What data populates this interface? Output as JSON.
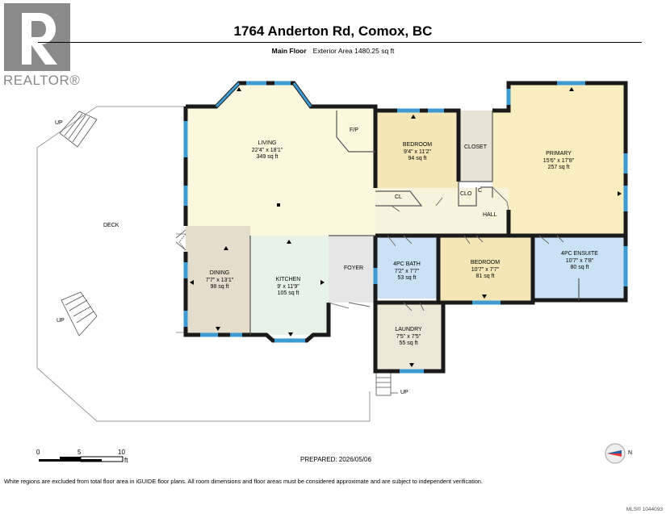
{
  "header": {
    "address": "1764 Anderton Rd, Comox, BC",
    "floor_name": "Main Floor",
    "exterior_area": "Exterior Area 1480.25 sq ft"
  },
  "logo": {
    "brand": "REALTOR®"
  },
  "rooms": {
    "living": {
      "name": "LIVING",
      "dims": "22'4\" x 18'1\"",
      "area": "349 sq ft"
    },
    "bedroom1": {
      "name": "BEDROOM",
      "dims": "9'4\" x 11'2\"",
      "area": "94 sq ft"
    },
    "primary": {
      "name": "PRIMARY",
      "dims": "15'6\" x 17'8\"",
      "area": "257 sq ft"
    },
    "dining": {
      "name": "DINING",
      "dims": "7'7\" x 13'1\"",
      "area": "98 sq ft"
    },
    "kitchen": {
      "name": "KITCHEN",
      "dims": "9' x 11'9\"",
      "area": "105 sq ft"
    },
    "bath": {
      "name": "4PC BATH",
      "dims": "7'2\" x 7'7\"",
      "area": "53 sq ft"
    },
    "bedroom2": {
      "name": "BEDROOM",
      "dims": "10'7\" x 7'7\"",
      "area": "81 sq ft"
    },
    "ensuite": {
      "name": "4PC ENSUITE",
      "dims": "10'7\" x 7'8\"",
      "area": "80 sq ft"
    },
    "laundry": {
      "name": "LAUNDRY",
      "dims": "7'5\" x 7'5\"",
      "area": "55 sq ft"
    }
  },
  "labels": {
    "deck": "DECK",
    "foyer": "FOYER",
    "hall": "HALL",
    "closet": "CLOSET",
    "fp": "F/P",
    "cl": "CL",
    "clo": "CLO",
    "c": "C",
    "up_top": "UP",
    "up_left": "UP",
    "up_bottom": "UP"
  },
  "scale": {
    "ticks": [
      "0",
      "5",
      "10"
    ],
    "unit": "ft"
  },
  "compass": {
    "direction": "N"
  },
  "prepared": "PREPARED: 2026/05/06",
  "disclaimer": "White regions are excluded from total floor area in iGUIDE floor plans. All room dimensions and floor areas must be considered approximate and are subject to independent verification.",
  "mls": "MLS® 1044093",
  "colors": {
    "living": "#fbf8dd",
    "bedroom": "#f5e6b6",
    "primary": "#f8eebf",
    "closet": "#e8e3d4",
    "dining": "#e4ddcc",
    "kitchen": "#e7f3e6",
    "foyer": "#e6e6e6",
    "bath": "#cbe2f6",
    "laundry": "#ede7d7",
    "window": "#3d9ad3",
    "wall": "#1a1a1a"
  }
}
